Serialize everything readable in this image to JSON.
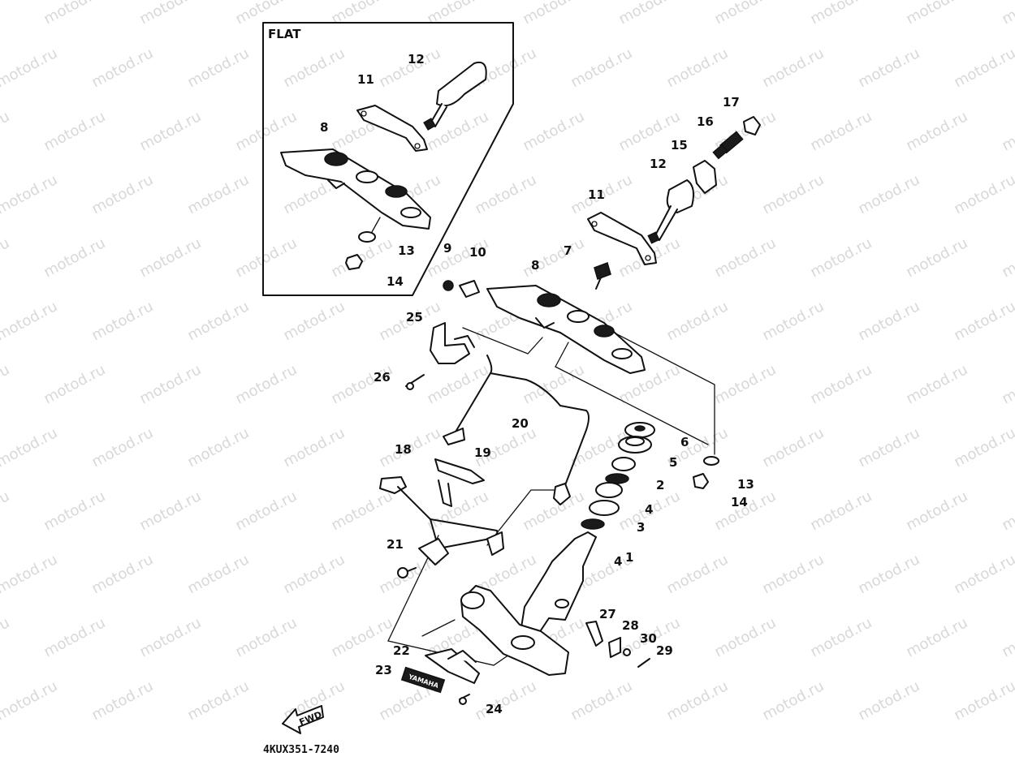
{
  "watermark": {
    "text": "motod.ru",
    "color": "#b9b9b9"
  },
  "inset": {
    "title": "FLAT"
  },
  "diagram_code": "4KUX351-7240",
  "fwd_badge": "FWD",
  "emblem_text": "YAMAHA",
  "callouts": [
    "12",
    "11",
    "8",
    "13",
    "14",
    "17",
    "16",
    "15",
    "12",
    "11",
    "9",
    "10",
    "7",
    "8",
    "25",
    "26",
    "20",
    "6",
    "5",
    "2",
    "4",
    "3",
    "1",
    "4",
    "13",
    "14",
    "18",
    "19",
    "21",
    "27",
    "28",
    "30",
    "29",
    "22",
    "23",
    "24"
  ]
}
